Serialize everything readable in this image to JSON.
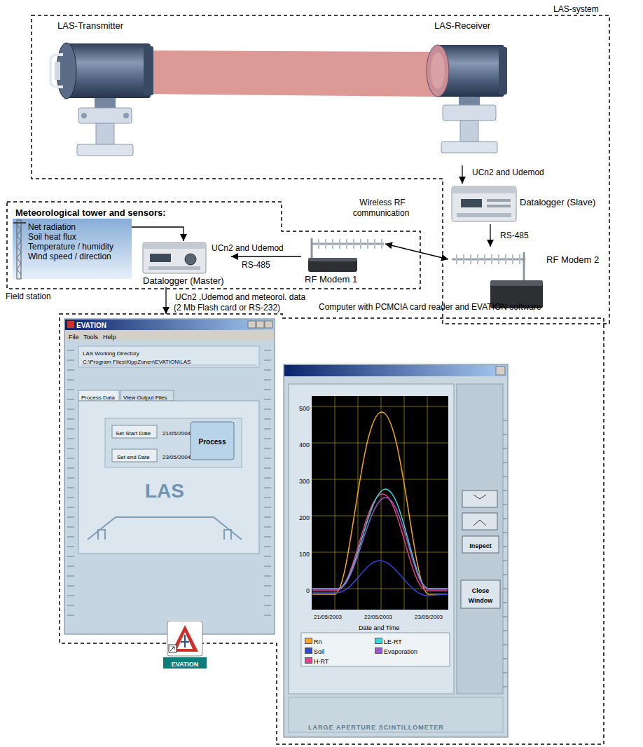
{
  "diagram": {
    "nodes": [
      {
        "text": [
          "LAS-system"
        ]
      },
      {
        "text": [
          "LAS-Transmitter"
        ],
        "in": 0
      },
      {
        "text": [
          "LAS-Receiver"
        ],
        "in": 0
      },
      {
        "text": [
          "Datalogger (Slave)"
        ],
        "in": 0
      },
      {
        "text": [
          "RF Modem 2"
        ],
        "in": 0
      },
      {
        "text": [
          "Meteorological tower and sensors:",
          "Field station"
        ]
      },
      {
        "text": [
          "Net radiation",
          "Soil heat flux",
          "Temperature / humidity",
          "Wind speed / direction"
        ],
        "in": 5
      },
      {
        "text": [
          "Datalogger (Master)"
        ],
        "in": 5
      },
      {
        "text": [
          "RF Modem 1"
        ],
        "in": 5
      },
      {
        "text": [
          "Computer with PCMCIA card reader and EVATION software"
        ]
      }
    ],
    "edges": [
      {
        "from": 2,
        "to": 3,
        "arrow": "to",
        "label": "UCn2 and Udemod"
      },
      {
        "from": 3,
        "to": 4,
        "arrow": "to",
        "label": "RS-485"
      },
      {
        "from": 4,
        "to": 8,
        "arrow": "both",
        "label": "Wireless RF communication"
      },
      {
        "from": 8,
        "to": 7,
        "arrow": "to",
        "label": "UCn2 and Udemod"
      },
      {
        "from": 6,
        "to": 7,
        "arrow": "to"
      },
      {
        "from": 7,
        "to": 9,
        "arrow": "to",
        "label": "UCn2 ,Udemod and meteorol. data (2 Mb Flash card or RS-232)"
      }
    ],
    "labels": [
      "RS-485",
      "EVATION",
      "File",
      "Tools",
      "Help",
      "LAS Working Directory",
      "C:\\Program Files\\KippZonen\\EVATION\\LAS",
      "Process Data",
      "View Output Files",
      "Set Start Date",
      "21/05/2004",
      "Set end Date",
      "23/05/2004",
      "Process",
      "LAS",
      "EVATION",
      "500",
      "400",
      "300",
      "200",
      "100",
      "0",
      "21/05/2003",
      "22/05/2003",
      "23/05/2003",
      "Date and Time",
      "Inspect",
      "Close Window",
      "LARGE APERTURE SCINTILLOMETER"
    ],
    "legend": [
      {
        "text": "Rn",
        "color": "#f5a623"
      },
      {
        "text": "Soil",
        "color": "#3046d8"
      },
      {
        "text": "H-RT",
        "color": "#e83e8c"
      },
      {
        "text": "LE-RT",
        "color": "#3fd6d6"
      },
      {
        "text": "Evaporation",
        "color": "#9b59d0"
      }
    ]
  }
}
